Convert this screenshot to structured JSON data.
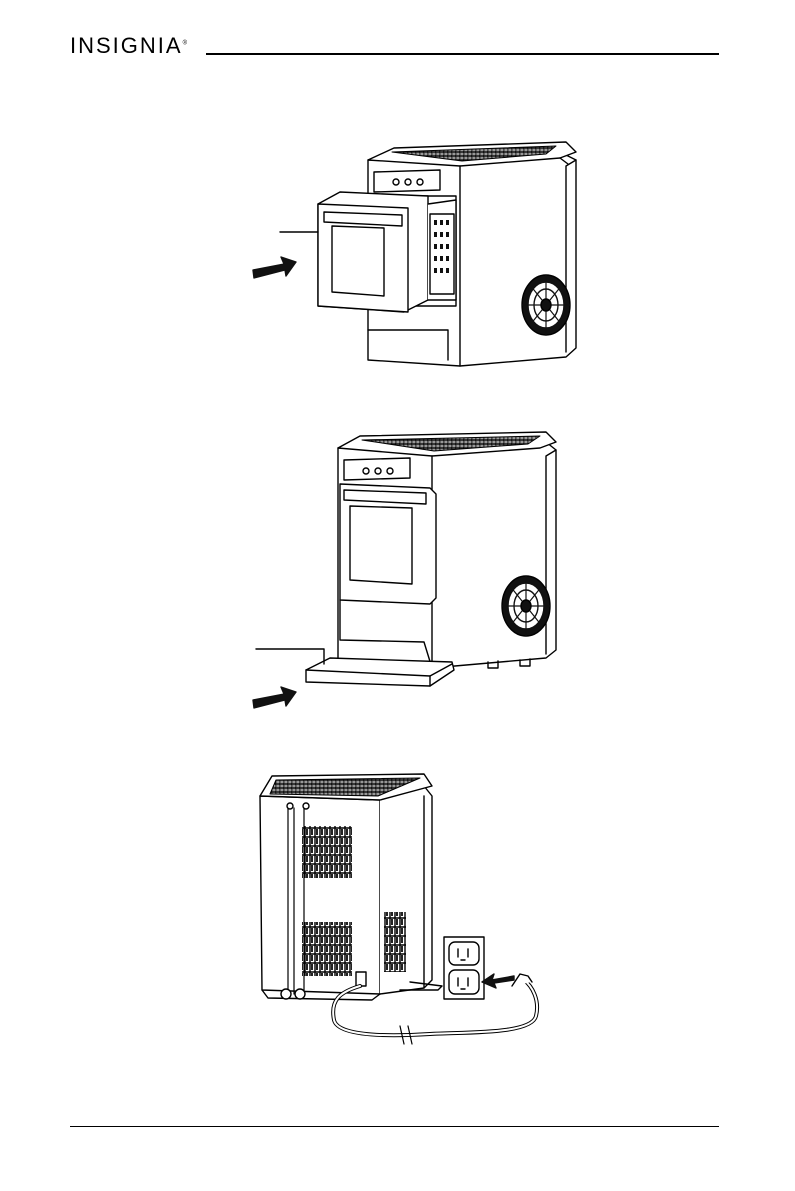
{
  "header": {
    "brand": "INSIGNIA",
    "trademark": "®"
  },
  "colors": {
    "line": "#000000",
    "fill": "#ffffff",
    "dark": "#1a1a1a",
    "grille": "#444444"
  },
  "figures": [
    {
      "name": "ice-basket-insertion",
      "icon": "arrow-right-icon"
    },
    {
      "name": "drip-tray-insertion",
      "icon": "arrow-right-icon"
    },
    {
      "name": "power-cord-outlet-connection",
      "icon": "arrow-left-icon"
    }
  ]
}
